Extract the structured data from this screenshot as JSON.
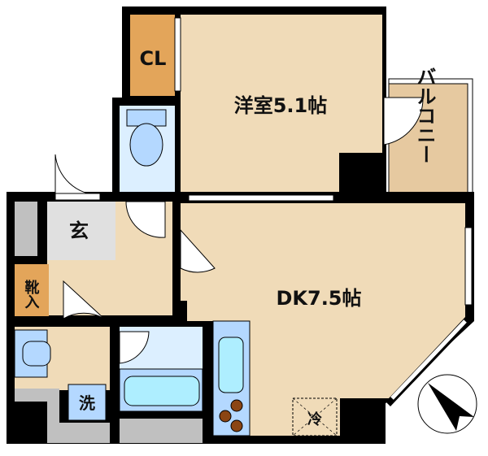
{
  "floor_plan": {
    "rooms": {
      "western_room": {
        "label": "洋室5.1帖",
        "name": "Western-style room",
        "size_jo": 5.1
      },
      "dk": {
        "label": "DK7.5帖",
        "name": "Dining kitchen",
        "size_jo": 7.5
      },
      "closet": {
        "label": "CL"
      },
      "balcony": {
        "label": "バルコニー"
      },
      "entrance": {
        "label": "玄"
      },
      "shoe_storage": {
        "label": "靴入"
      },
      "washer": {
        "label": "洗"
      },
      "fridge": {
        "label": "冷"
      }
    },
    "colors": {
      "wall": "#000000",
      "room_floor": "#f0dbb8",
      "closet": "#e3a55a",
      "balcony": "#e6c9a0",
      "wet_area": "#dcefff",
      "fixture": "#b4d8ff",
      "tub": "#aeeeff",
      "entrance": "#e0e0e0",
      "storage": "#c0c0c0",
      "burner": "#8b4513"
    },
    "compass": {
      "label": "north-arrow"
    }
  }
}
